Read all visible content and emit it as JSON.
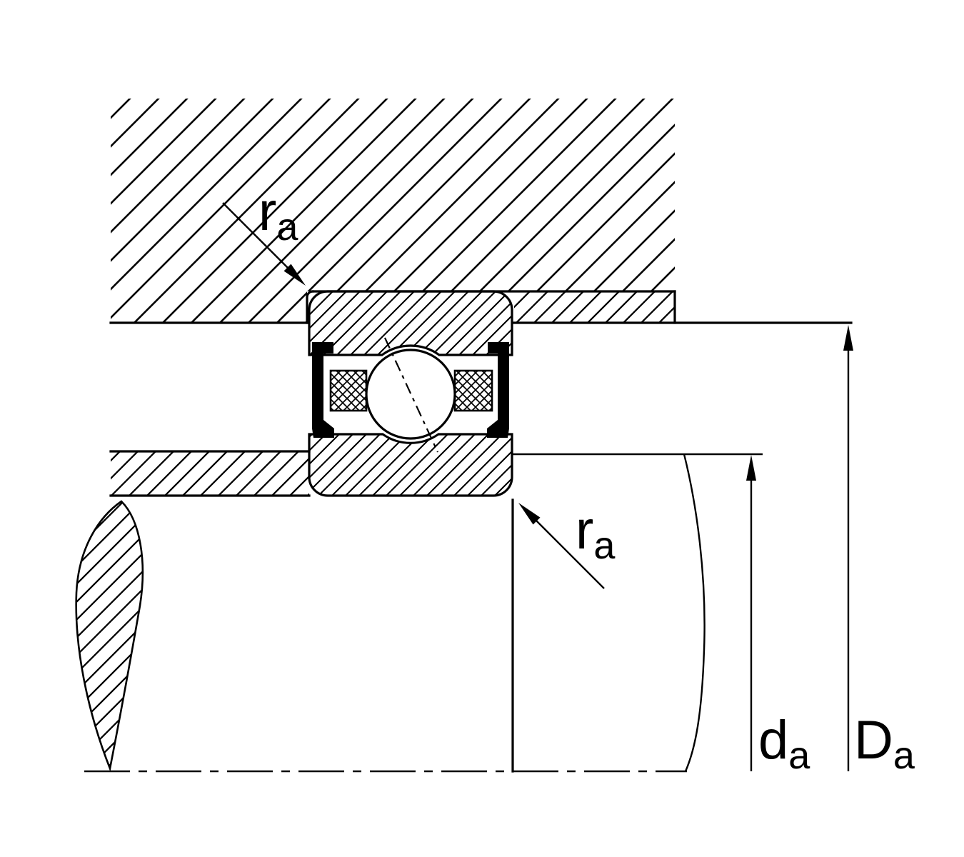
{
  "diagram": {
    "type": "technical-drawing",
    "subject": "Sealed ball bearing mounted between housing and shaft, cross-section with abutment and fillet dimensions",
    "labels": {
      "housing_fillet": {
        "symbol": "r",
        "subscript": "a"
      },
      "shaft_fillet": {
        "symbol": "r",
        "subscript": "a"
      },
      "shaft_abutment_diameter": {
        "symbol": "d",
        "subscript": "a"
      },
      "housing_abutment_diameter": {
        "symbol": "D",
        "subscript": "a"
      }
    },
    "colors": {
      "line": "#000000",
      "background": "#ffffff",
      "seal_fill": "#000000"
    }
  }
}
